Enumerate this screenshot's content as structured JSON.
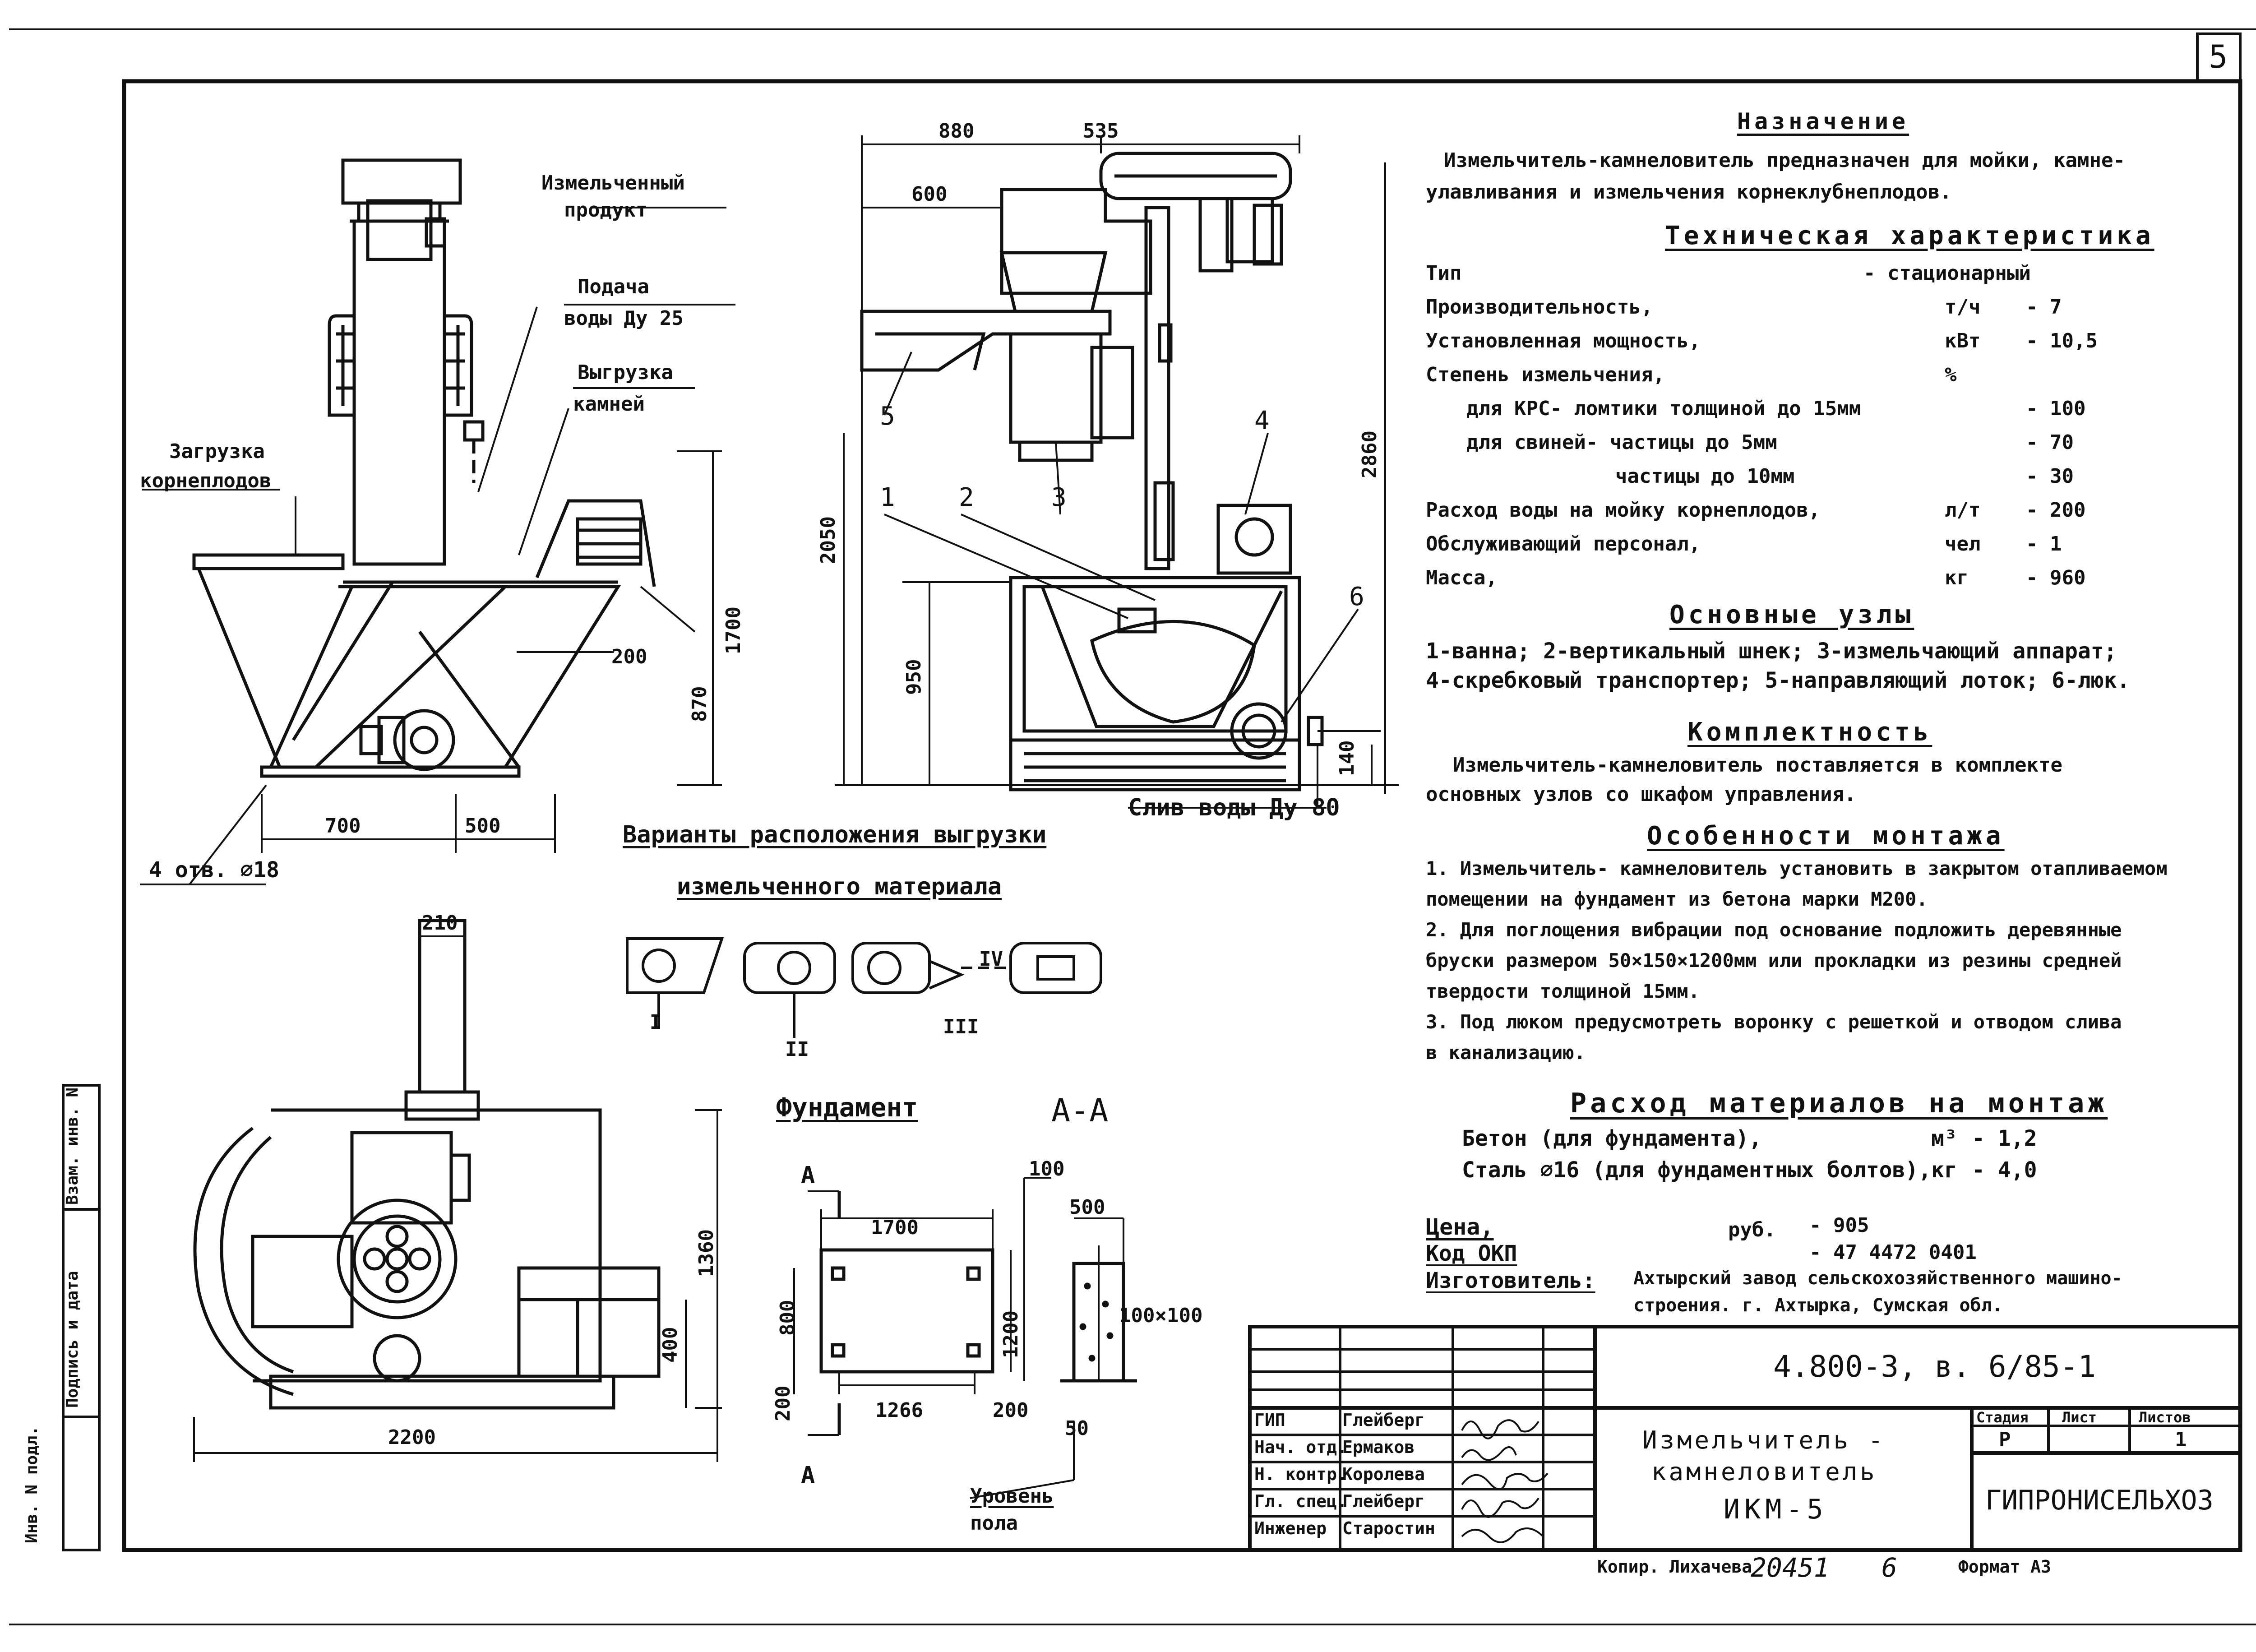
{
  "sheet_number": "5",
  "purpose": {
    "heading": "Назначение",
    "line1": "Измельчитель-камнеловитель предназначен для мойки, камне-",
    "line2": "улавливания и измельчения корнеклубнеплодов."
  },
  "tech": {
    "heading": "Техническая характеристика",
    "rows": [
      {
        "label": "Тип",
        "unit": "",
        "value": "- стационарный"
      },
      {
        "label": "Производительность,",
        "unit": "т/ч",
        "value": "- 7"
      },
      {
        "label": "Установленная мощность,",
        "unit": "кВт",
        "value": "- 10,5"
      },
      {
        "label": "Степень измельчения,",
        "unit": "%",
        "value": ""
      },
      {
        "label": "для КРС- ломтики толщиной до 15мм",
        "unit": "",
        "value": "- 100"
      },
      {
        "label": "для свиней- частицы до 5мм",
        "unit": "",
        "value": "- 70"
      },
      {
        "label": "частицы до 10мм",
        "unit": "",
        "value": "- 30"
      },
      {
        "label": "Расход воды на мойку корнеплодов,",
        "unit": "л/т",
        "value": "- 200"
      },
      {
        "label": "Обслуживающий персонал,",
        "unit": "чел",
        "value": "- 1"
      },
      {
        "label": "Масса,",
        "unit": "кг",
        "value": "- 960"
      }
    ]
  },
  "nodes": {
    "heading": "Основные узлы",
    "line1": "1-ванна; 2-вертикальный шнек; 3-измельчающий аппарат;",
    "line2": "4-скребковый транспортер; 5-направляющий лоток; 6-люк."
  },
  "completeness": {
    "heading": "Комплектность",
    "line1": "Измельчитель-камнеловитель поставляется в комплекте",
    "line2": "основных узлов со шкафом управления."
  },
  "mounting": {
    "heading": "Особенности монтажа",
    "lines": [
      "1. Измельчитель- камнеловитель установить в закрытом отапливаемом",
      "помещении на фундамент из бетона марки М200.",
      "2. Для поглощения вибрации под основание подложить деревянные",
      "бруски размером 50×150×1200мм или прокладки из резины средней",
      "твердости толщиной 15мм.",
      "3. Под люком предусмотреть воронку с решеткой и отводом слива",
      "в канализацию."
    ]
  },
  "materials": {
    "heading": "Расход материалов на монтаж",
    "rows": [
      {
        "label": "Бетон (для фундамента),",
        "unit": "м³",
        "value": "- 1,2"
      },
      {
        "label": "Сталь ⌀16 (для фундаментных болтов),",
        "unit": "кг",
        "value": "- 4,0"
      }
    ]
  },
  "price": {
    "price_label": "Цена,",
    "price_unit": "руб.",
    "price_value": "- 905",
    "okp_label": "Код ОКП",
    "okp_value": "- 47 4472 0401",
    "maker_label": "Изготовитель:",
    "maker_line1": "Ахтырский завод сельскохозяйственного машино-",
    "maker_line2": "строения. г. Ахтырка, Сумская обл."
  },
  "drawing_labels": {
    "crushed_product_1": "Измельченный",
    "crushed_product_2": "продукт",
    "water_supply_1": "Подача",
    "water_supply_2": "воды Ду 25",
    "stone_unload_1": "Выгрузка",
    "stone_unload_2": "камней",
    "root_load_1": "Загрузка",
    "root_load_2": "корнеплодов",
    "holes": "4 отв. ⌀18",
    "drain": "Слив воды Ду 80",
    "variants_1": "Варианты расположения выгрузки",
    "variants_2": "измельченного материала",
    "foundation": "Фундамент",
    "section": "А-А",
    "section_a": "А",
    "floor_1": "Уровень",
    "floor_2": "пола",
    "roman_1": "I",
    "roman_2": "II",
    "roman_3": "III",
    "roman_4": "IV"
  },
  "dimensions": {
    "d880": "880",
    "d535": "535",
    "d600": "600",
    "d2860": "2860",
    "d2050": "2050",
    "d950": "950",
    "d1700v": "1700",
    "d870": "870",
    "d200a": "200",
    "d700": "700",
    "d500a": "500",
    "d140": "140",
    "d210": "210",
    "d1360": "1360",
    "d400": "400",
    "d2200": "2200",
    "d1700h": "1700",
    "d800": "800",
    "d1200": "1200",
    "d200b": "200",
    "d1266": "1266",
    "d200c": "200",
    "d100": "100",
    "d500b": "500",
    "d100x100": "100×100",
    "d50": "50",
    "n1": "1",
    "n2": "2",
    "n3": "3",
    "n4": "4",
    "n5": "5",
    "n6": "6"
  },
  "side_stamp": {
    "inv_orig": "Инв. N подл.",
    "sign_date": "Подпись и дата",
    "replace_inv": "Взам. инв. N"
  },
  "title_block": {
    "doc_code": "4.800-3, в. 6/85-1",
    "staff": [
      {
        "role": "ГИП",
        "name": "Глейберг"
      },
      {
        "role": "Нач. отд.",
        "name": "Ермаков"
      },
      {
        "role": "Н. контр.",
        "name": "Королева"
      },
      {
        "role": "Гл. спец.",
        "name": "Глейберг"
      },
      {
        "role": "Инженер",
        "name": "Старостин"
      }
    ],
    "title_line1": "Измельчитель -",
    "title_line2": "камнеловитель",
    "title_line3": "ИКМ-5",
    "stage_label": "Стадия",
    "stage_value": "Р",
    "sheet_label": "Лист",
    "sheet_value": "",
    "sheets_label": "Листов",
    "sheets_value": "1",
    "org": "ГИПРОНИСЕЛЬХОЗ"
  },
  "footer": {
    "copied": "Копир. Лихачева",
    "number": "20451",
    "digit": "6",
    "format": "Формат А3"
  }
}
